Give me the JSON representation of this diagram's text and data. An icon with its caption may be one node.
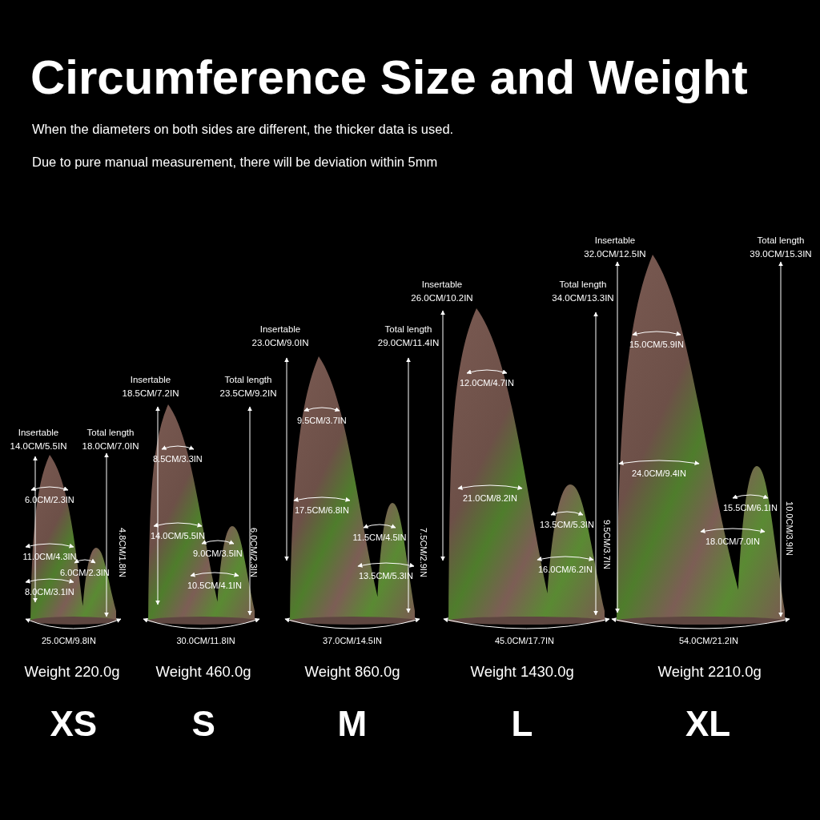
{
  "diagram": {
    "title": "Circumference Size and Weight",
    "labels": [
      "When the diameters on both sides are different, the thicker data is used.",
      "Due to pure manual measurement, there will be deviation within 5mm",
      "Insertable 14.0CM/5.5IN",
      "Total length 18.0CM/7.0IN",
      "6.0CM/2.3IN",
      "11.0CM/4.3IN",
      "4.8CM/1.8IN",
      "6.0CM/2.3IN",
      "8.0CM/3.1IN",
      "25.0CM/9.8IN",
      "Weight 220.0g",
      "XS",
      "Insertable 18.5CM/7.2IN",
      "Total length 23.5CM/9.2IN",
      "8.5CM/3.3IN",
      "14.0CM/5.5IN",
      "9.0CM/3.5IN",
      "6.0CM/2.3IN",
      "10.5CM/4.1IN",
      "30.0CM/11.8IN",
      "Weight  460.0g",
      "S",
      "Insertable 23.0CM/9.0IN",
      "Total length 29.0CM/11.4IN",
      "9.5CM/3.7IN",
      "17.5CM/6.8IN",
      "11.5CM/4.5IN",
      "7.5CM/2.9IN",
      "13.5CM/5.3IN",
      "37.0CM/14.5IN",
      "Weight 860.0g",
      "M",
      "Insertable 26.0CM/10.2IN",
      "Total length 34.0CM/13.3IN",
      "12.0CM/4.7IN",
      "21.0CM/8.2IN",
      "13.5CM/5.3IN",
      "9.5CM/3.7IN",
      "16.0CM/6.2IN",
      "45.0CM/17.7IN",
      "Weight 1430.0g",
      "L",
      "Insertable 32.0CM/12.5IN",
      "Total length 39.0CM/15.3IN",
      "15.0CM/5.9IN",
      "24.0CM/9.4IN",
      "15.5CM/6.1IN",
      "10.0CM/3.9IN",
      "18.0CM/7.0IN",
      "54.0CM/21.2IN",
      "Weight 2210.0g",
      "XL"
    ]
  }
}
